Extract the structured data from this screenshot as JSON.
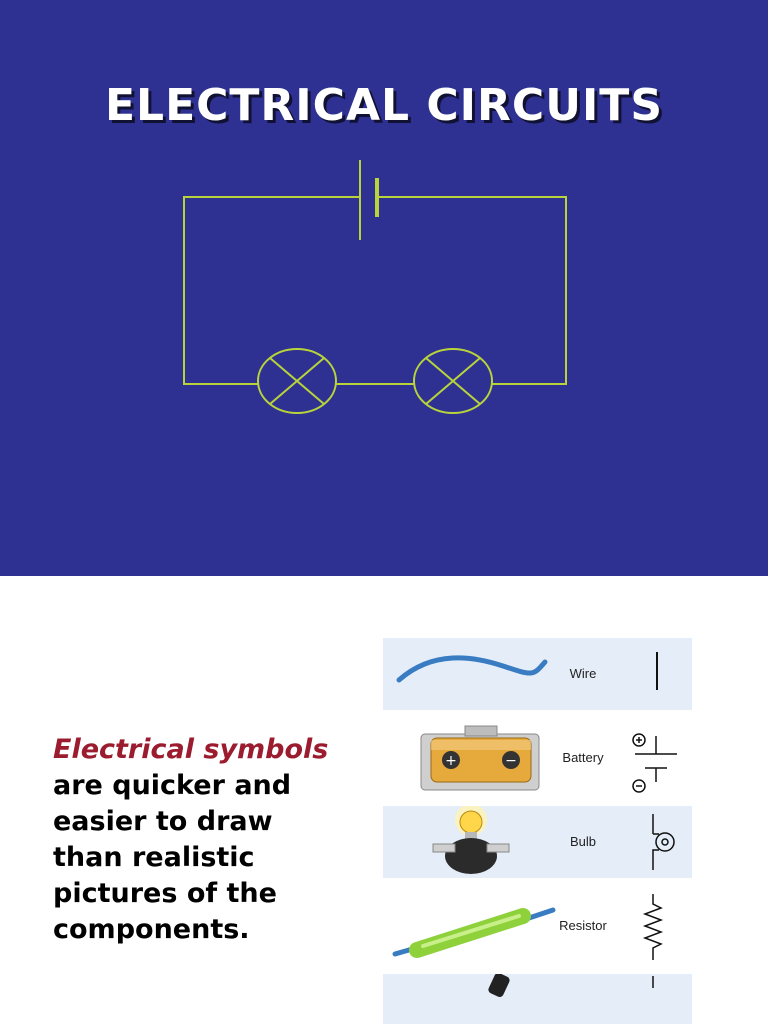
{
  "slide1": {
    "title": "ELECTRICAL CIRCUITS",
    "colors": {
      "background": "#2e3192",
      "wire": "#b8d43a",
      "title": "#ffffff"
    }
  },
  "slide2": {
    "caption_lead": "Electrical symbols",
    "caption_rest": "are quicker and easier to draw than realistic pictures of the components.",
    "colors": {
      "emphasis": "#9b1c2e",
      "row_shade": "#e5eef8"
    },
    "components": [
      {
        "label": "Wire",
        "picture": "wire-icon",
        "symbol": "wire-symbol-icon"
      },
      {
        "label": "Battery",
        "picture": "battery-icon",
        "symbol": "battery-symbol-icon"
      },
      {
        "label": "Bulb",
        "picture": "bulb-icon",
        "symbol": "bulb-symbol-icon"
      },
      {
        "label": "Resistor",
        "picture": "resistor-icon",
        "symbol": "resistor-symbol-icon"
      }
    ]
  }
}
